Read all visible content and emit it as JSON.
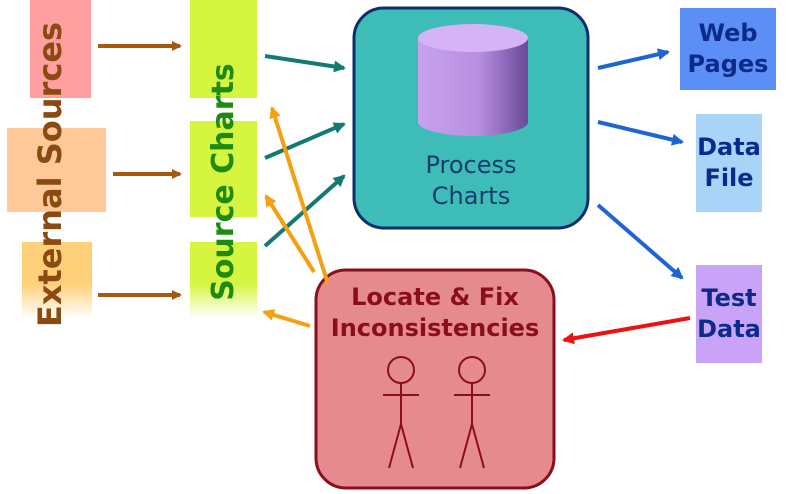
{
  "external_sources": {
    "label": "External Sources",
    "colors": [
      "#ff9f9f",
      "#ffc99a",
      "#ffd07a"
    ]
  },
  "source_charts": {
    "label": "Source Charts",
    "color": "#d6f541"
  },
  "process": {
    "line1": "Process",
    "line2": "Charts",
    "fill": "#3ebcb8",
    "cylinder_color": "#b98fe0"
  },
  "outputs": [
    {
      "line1": "Web",
      "line2": "Pages",
      "color": "#5b8ff5"
    },
    {
      "line1": "Data",
      "line2": "File",
      "color": "#a9d3f7"
    },
    {
      "line1": "Test",
      "line2": "Data",
      "color": "#c8a3f7"
    }
  ],
  "fix": {
    "line1": "Locate & Fix",
    "line2": "Inconsistencies",
    "fill": "#e58a8f"
  },
  "arrow_colors": {
    "input": "#a65a10",
    "to_process": "#127a72",
    "output": "#1e64d2",
    "feedback": "#ee1111",
    "fix": "#f5a010"
  }
}
